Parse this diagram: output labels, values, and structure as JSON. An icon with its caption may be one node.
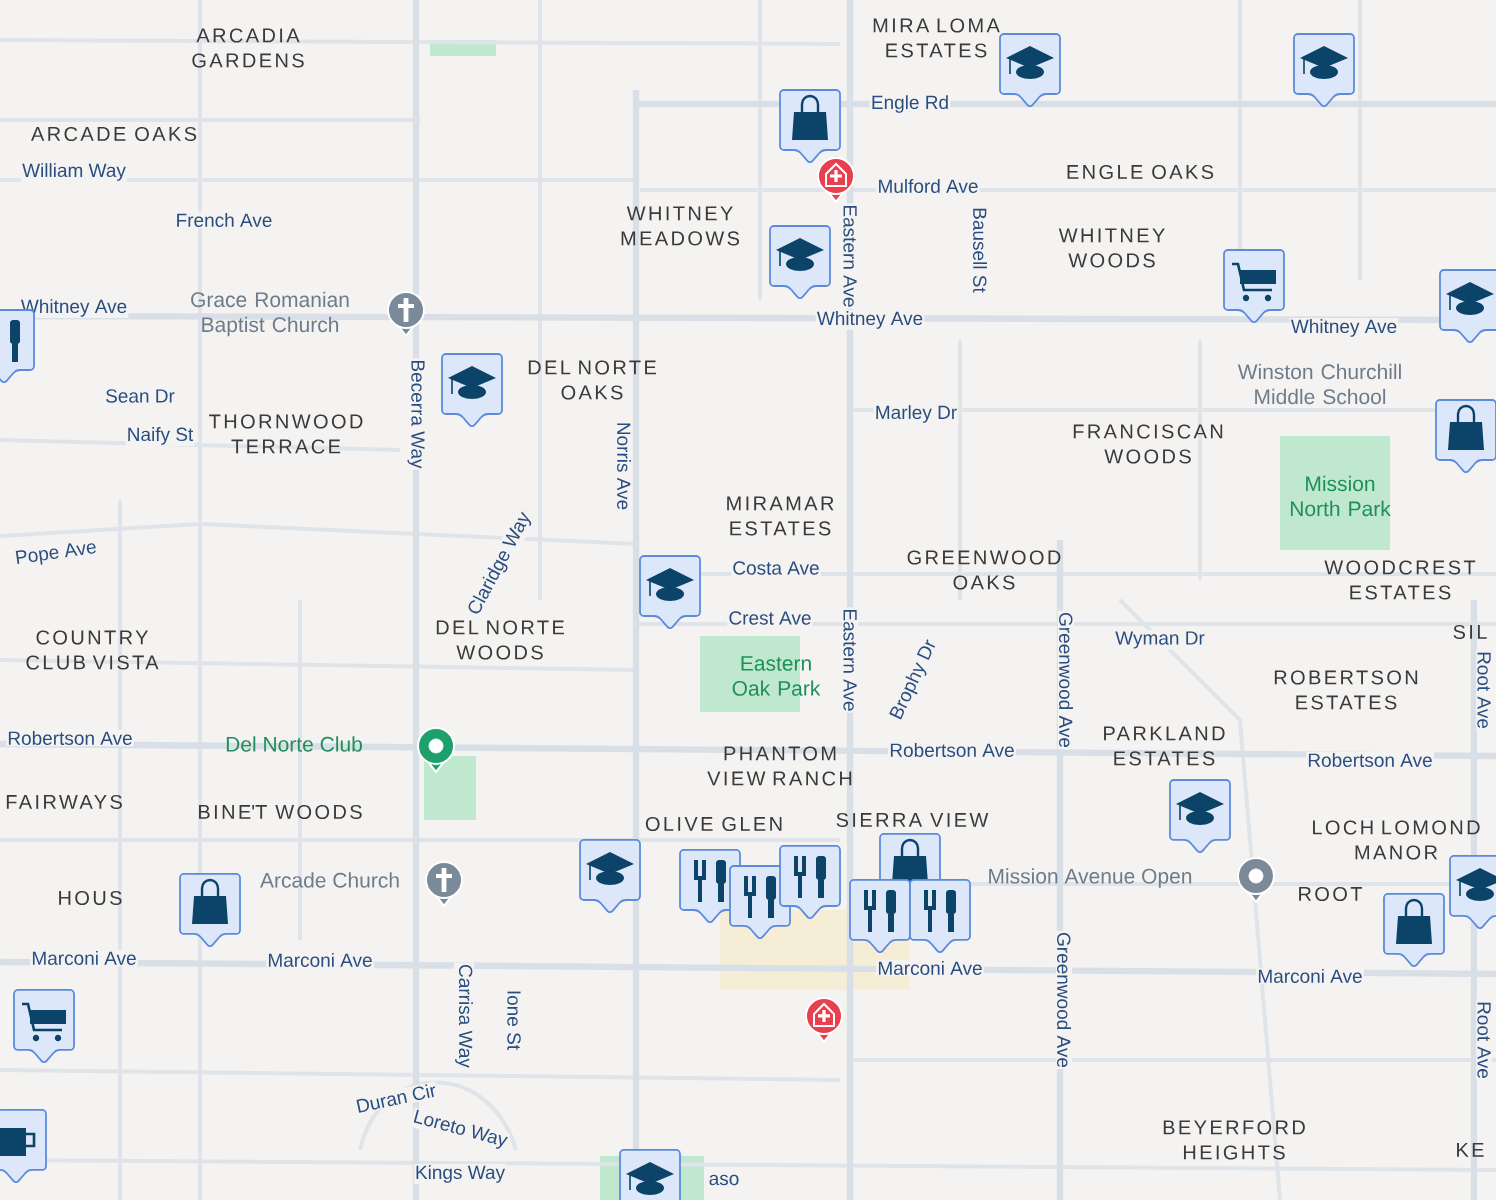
{
  "diagram": {
    "labels": [
      "ARCADIA GARDENS",
      "MIRA LOMA ESTATES",
      "Engle Rd",
      "ARCADE OAKS",
      "William Way",
      "ENGLE OAKS",
      "Mulford Ave",
      "WHITNEY MEADOWS",
      "French Ave",
      "WHITNEY WOODS",
      "Eastern Ave",
      "Bausell St",
      "Whitney Ave",
      "Grace Romanian Baptist Church",
      "Whitney Ave",
      "Whitney Ave",
      "Winston Churchill Middle School",
      "Sean Dr",
      "DEL NORTE OAKS",
      "Marley Dr",
      "Becerra Way",
      "THORNWOOD TERRACE",
      "Naify St",
      "FRANCISCAN WOODS",
      "Norris Ave",
      "Mission North Park",
      "MIRAMAR ESTATES",
      "Pope Ave",
      "Claridge Way",
      "Costa Ave",
      "GREENWOOD OAKS",
      "WOODCREST ESTATES",
      "COUNTRY CLUB VISTA",
      "Crest Ave",
      "SIL",
      "DEL NORTE WOODS",
      "Wyman Dr",
      "Eastern Oak Park",
      "Eastern Ave",
      "Brophy Dr",
      "Greenwood Ave",
      "ROBERTSON ESTATES",
      "Root Ave",
      "Robertson Ave",
      "Del Norte Club",
      "PARKLAND ESTATES",
      "Robertson Ave",
      "Robertson Ave",
      "PHANTOM VIEW RANCH",
      "FAIRWAYS",
      "BINE'T WOODS",
      "OLIVE GLEN",
      "SIERRA VIEW",
      "LOCH LOMOND MANOR",
      "ROOT",
      "Mission Avenue Open",
      "HOUS",
      "Arcade Church",
      "Marconi Ave",
      "Marconi Ave",
      "Marconi Ave",
      "Marconi Ave",
      "Ione St",
      "Carrisa Way",
      "Greenwood Ave",
      "Root Ave",
      "Duran Cir",
      "Loreto Way",
      "BEYERFORD HEIGHTS",
      "KE",
      "Kings Way",
      "aso"
    ]
  }
}
